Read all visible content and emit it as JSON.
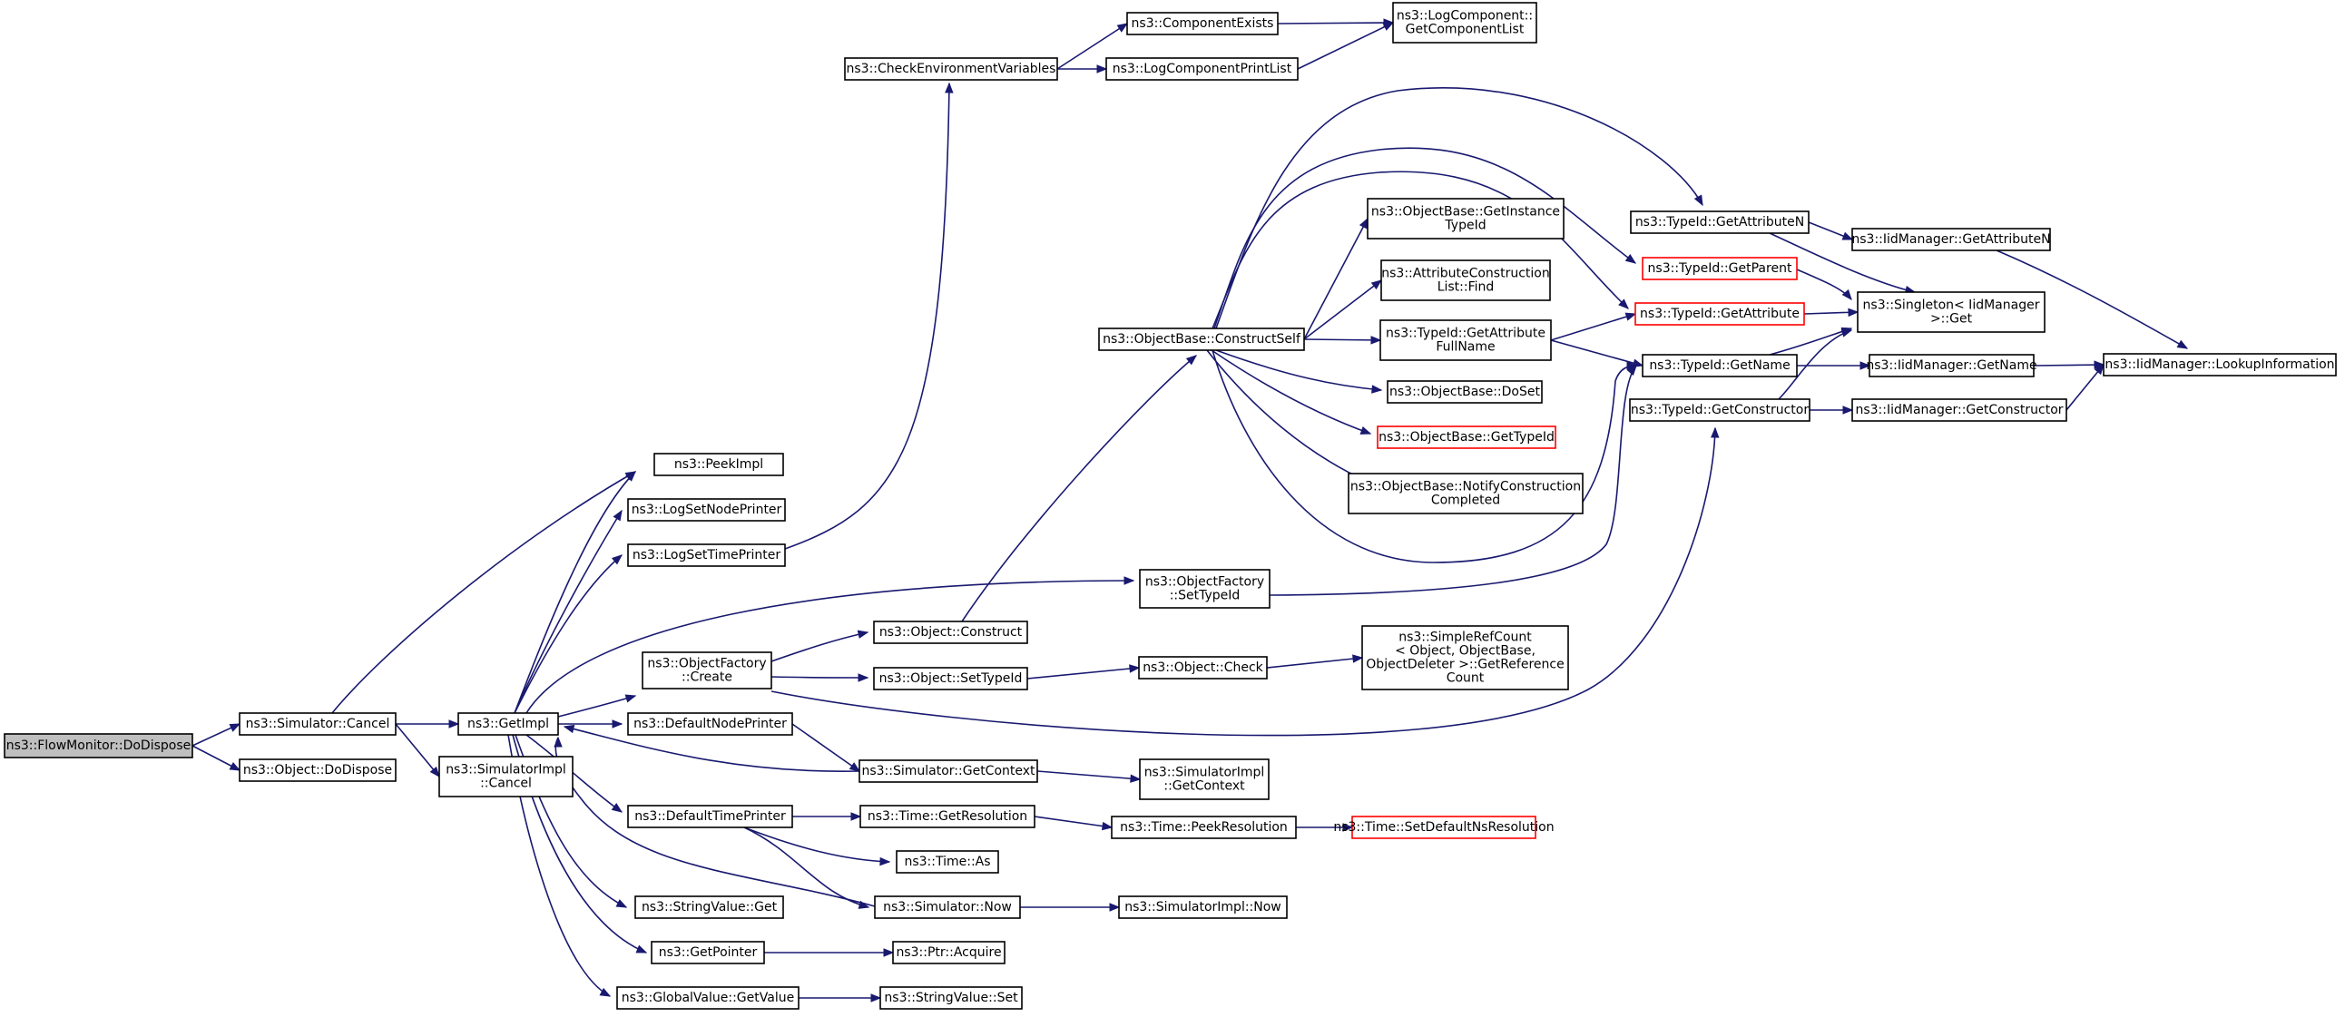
{
  "colors": {
    "edge": "#191970",
    "node_border": "#000000",
    "node_fill": "#ffffff",
    "root_fill": "#bfbfbf",
    "truncated_border": "#ff0000"
  },
  "nodes": [
    {
      "id": "n0",
      "lines": [
        "ns3::FlowMonitor::DoDispose"
      ],
      "root": true
    },
    {
      "id": "n1",
      "lines": [
        "ns3::Simulator::Cancel"
      ]
    },
    {
      "id": "n2",
      "lines": [
        "ns3::Object::DoDispose"
      ]
    },
    {
      "id": "n3",
      "lines": [
        "ns3::GetImpl"
      ]
    },
    {
      "id": "n4",
      "lines": [
        "ns3::PeekImpl"
      ]
    },
    {
      "id": "n5",
      "lines": [
        "ns3::SimulatorImpl",
        "::Cancel"
      ]
    },
    {
      "id": "n6",
      "lines": [
        "ns3::LogSetNodePrinter"
      ]
    },
    {
      "id": "n7",
      "lines": [
        "ns3::LogSetTimePrinter"
      ]
    },
    {
      "id": "n8",
      "lines": [
        "ns3::ObjectFactory",
        "::Create"
      ]
    },
    {
      "id": "n9",
      "lines": [
        "ns3::DefaultNodePrinter"
      ]
    },
    {
      "id": "n10",
      "lines": [
        "ns3::DefaultTimePrinter"
      ]
    },
    {
      "id": "n11",
      "lines": [
        "ns3::StringValue::Get"
      ]
    },
    {
      "id": "n12",
      "lines": [
        "ns3::GetPointer"
      ]
    },
    {
      "id": "n13",
      "lines": [
        "ns3::GlobalValue::GetValue"
      ]
    },
    {
      "id": "n14",
      "lines": [
        "ns3::CheckEnvironmentVariables"
      ]
    },
    {
      "id": "n15",
      "lines": [
        "ns3::ComponentExists"
      ]
    },
    {
      "id": "n16",
      "lines": [
        "ns3::LogComponentPrintList"
      ]
    },
    {
      "id": "n17",
      "lines": [
        "ns3::LogComponent::",
        "GetComponentList"
      ]
    },
    {
      "id": "n18",
      "lines": [
        "ns3::ObjectFactory",
        "::SetTypeId"
      ]
    },
    {
      "id": "n19",
      "lines": [
        "ns3::Object::Construct"
      ]
    },
    {
      "id": "n20",
      "lines": [
        "ns3::Object::SetTypeId"
      ]
    },
    {
      "id": "n21",
      "lines": [
        "ns3::Simulator::GetContext"
      ]
    },
    {
      "id": "n22",
      "lines": [
        "ns3::Time::GetResolution"
      ]
    },
    {
      "id": "n23",
      "lines": [
        "ns3::Time::As"
      ]
    },
    {
      "id": "n24",
      "lines": [
        "ns3::Simulator::Now"
      ]
    },
    {
      "id": "n25",
      "lines": [
        "ns3::Ptr::Acquire"
      ]
    },
    {
      "id": "n26",
      "lines": [
        "ns3::StringValue::Set"
      ]
    },
    {
      "id": "n27",
      "lines": [
        "ns3::ObjectBase::ConstructSelf"
      ]
    },
    {
      "id": "n28",
      "lines": [
        "ns3::Object::Check"
      ]
    },
    {
      "id": "n29",
      "lines": [
        "ns3::SimulatorImpl",
        "::GetContext"
      ]
    },
    {
      "id": "n30",
      "lines": [
        "ns3::Time::PeekResolution"
      ]
    },
    {
      "id": "n31",
      "lines": [
        "ns3::SimulatorImpl::Now"
      ]
    },
    {
      "id": "n32",
      "lines": [
        "ns3::ObjectBase::GetInstance",
        "TypeId"
      ]
    },
    {
      "id": "n33",
      "lines": [
        "ns3::AttributeConstruction",
        "List::Find"
      ]
    },
    {
      "id": "n34",
      "lines": [
        "ns3::TypeId::GetAttribute",
        "FullName"
      ]
    },
    {
      "id": "n35",
      "lines": [
        "ns3::ObjectBase::DoSet"
      ]
    },
    {
      "id": "n36",
      "lines": [
        "ns3::ObjectBase::GetTypeId"
      ],
      "truncated": true
    },
    {
      "id": "n37",
      "lines": [
        "ns3::ObjectBase::NotifyConstruction",
        "Completed"
      ]
    },
    {
      "id": "n38",
      "lines": [
        "ns3::SimpleRefCount",
        "< Object, ObjectBase,",
        " ObjectDeleter >::GetReference",
        "Count"
      ]
    },
    {
      "id": "n39",
      "lines": [
        "ns3::Time::SetDefaultNsResolution"
      ],
      "truncated": true
    },
    {
      "id": "n40",
      "lines": [
        "ns3::TypeId::GetAttributeN"
      ]
    },
    {
      "id": "n41",
      "lines": [
        "ns3::TypeId::GetParent"
      ],
      "truncated": true
    },
    {
      "id": "n42",
      "lines": [
        "ns3::TypeId::GetAttribute"
      ],
      "truncated": true
    },
    {
      "id": "n43",
      "lines": [
        "ns3::TypeId::GetName"
      ]
    },
    {
      "id": "n44",
      "lines": [
        "ns3::TypeId::GetConstructor"
      ]
    },
    {
      "id": "n45",
      "lines": [
        "ns3::IidManager::GetAttributeN"
      ]
    },
    {
      "id": "n46",
      "lines": [
        "ns3::Singleton< IidManager",
        " >::Get"
      ]
    },
    {
      "id": "n47",
      "lines": [
        "ns3::IidManager::GetName"
      ]
    },
    {
      "id": "n48",
      "lines": [
        "ns3::IidManager::GetConstructor"
      ]
    },
    {
      "id": "n49",
      "lines": [
        "ns3::IidManager::LookupInformation"
      ]
    }
  ],
  "edges": [
    [
      "n0",
      "n1"
    ],
    [
      "n0",
      "n2"
    ],
    [
      "n1",
      "n3"
    ],
    [
      "n1",
      "n4"
    ],
    [
      "n1",
      "n5"
    ],
    [
      "n3",
      "n4"
    ],
    [
      "n3",
      "n6"
    ],
    [
      "n3",
      "n7"
    ],
    [
      "n3",
      "n18"
    ],
    [
      "n3",
      "n8"
    ],
    [
      "n3",
      "n9"
    ],
    [
      "n3",
      "n10"
    ],
    [
      "n3",
      "n11"
    ],
    [
      "n3",
      "n12"
    ],
    [
      "n3",
      "n13"
    ],
    [
      "n7",
      "n14"
    ],
    [
      "n14",
      "n15"
    ],
    [
      "n14",
      "n16"
    ],
    [
      "n15",
      "n17"
    ],
    [
      "n16",
      "n17"
    ],
    [
      "n8",
      "n19"
    ],
    [
      "n8",
      "n20"
    ],
    [
      "n8",
      "n44"
    ],
    [
      "n19",
      "n27"
    ],
    [
      "n20",
      "n28"
    ],
    [
      "n28",
      "n38"
    ],
    [
      "n9",
      "n21"
    ],
    [
      "n21",
      "n3"
    ],
    [
      "n21",
      "n29"
    ],
    [
      "n10",
      "n22"
    ],
    [
      "n10",
      "n23"
    ],
    [
      "n10",
      "n24"
    ],
    [
      "n24",
      "n3"
    ],
    [
      "n24",
      "n31"
    ],
    [
      "n22",
      "n30"
    ],
    [
      "n30",
      "n39"
    ],
    [
      "n12",
      "n25"
    ],
    [
      "n13",
      "n26"
    ],
    [
      "n18",
      "n43"
    ],
    [
      "n27",
      "n32"
    ],
    [
      "n27",
      "n33"
    ],
    [
      "n27",
      "n34"
    ],
    [
      "n27",
      "n35"
    ],
    [
      "n27",
      "n36"
    ],
    [
      "n27",
      "n37"
    ],
    [
      "n27",
      "n40"
    ],
    [
      "n27",
      "n41"
    ],
    [
      "n27",
      "n42"
    ],
    [
      "n27",
      "n43"
    ],
    [
      "n34",
      "n42"
    ],
    [
      "n34",
      "n43"
    ],
    [
      "n40",
      "n45"
    ],
    [
      "n40",
      "n46"
    ],
    [
      "n41",
      "n46"
    ],
    [
      "n42",
      "n46"
    ],
    [
      "n43",
      "n46"
    ],
    [
      "n43",
      "n47"
    ],
    [
      "n44",
      "n46"
    ],
    [
      "n44",
      "n48"
    ],
    [
      "n45",
      "n49"
    ],
    [
      "n47",
      "n49"
    ],
    [
      "n48",
      "n49"
    ]
  ]
}
